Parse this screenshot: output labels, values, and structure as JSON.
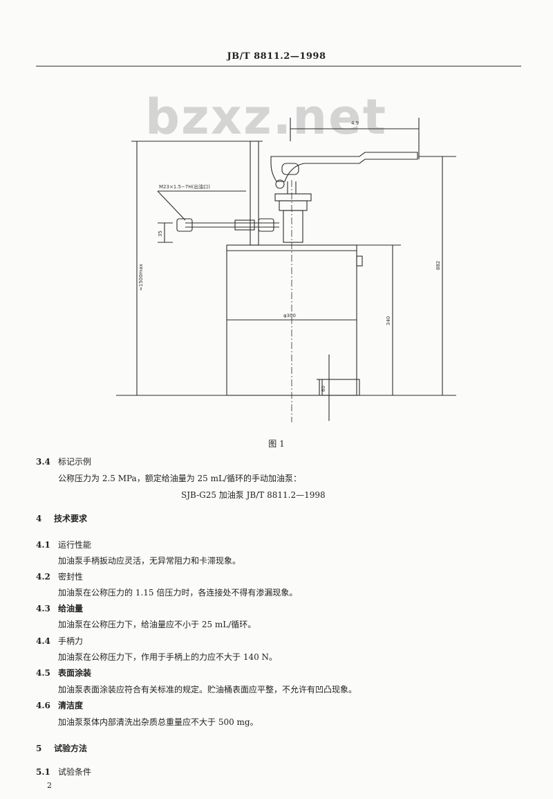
{
  "header": {
    "title": "JB/T 8811.2—1998"
  },
  "watermark": "bzxz.net",
  "figure": {
    "caption": "图 1",
    "labels": {
      "thread": "M23×1.5−7H(出油口)",
      "dim_top": "4.9",
      "dim_35": "35",
      "dim_left": "≈1500max",
      "dim_diam": "φ300",
      "dim_right": "882",
      "dim_340": "340",
      "dim_60": "60"
    }
  },
  "sections": [
    {
      "num": "3.4",
      "title": "标记示例",
      "bold": false,
      "lines": [
        "公称压力为 2.5 MPa，额定给油量为 25 mL/循环的手动加油泵："
      ],
      "example": "SJB-G25   加油泵   JB/T 8811.2—1998"
    },
    {
      "num": "4",
      "title": "技术要求",
      "bold": true,
      "lines": []
    },
    {
      "num": "4.1",
      "title": "运行性能",
      "bold": false,
      "lines": [
        "加油泵手柄扳动应灵活，无异常阻力和卡滞现象。"
      ]
    },
    {
      "num": "4.2",
      "title": "密封性",
      "bold": false,
      "lines": [
        "加油泵在公称压力的 1.15 倍压力时，各连接处不得有渗漏现象。"
      ]
    },
    {
      "num": "4.3",
      "title": "给油量",
      "bold": true,
      "lines": [
        "加油泵在公称压力下，给油量应不小于 25 mL/循环。"
      ]
    },
    {
      "num": "4.4",
      "title": "手柄力",
      "bold": false,
      "lines": [
        "加油泵在公称压力下，作用于手柄上的力应不大于 140 N。"
      ]
    },
    {
      "num": "4.5",
      "title": "表面涂装",
      "bold": true,
      "lines": [
        "加油泵表面涂装应符合有关标准的规定。贮油桶表面应平整，不允许有凹凸现象。"
      ]
    },
    {
      "num": "4.6",
      "title": "清洁度",
      "bold": true,
      "lines": [
        "加油泵泵体内部清洗出杂质总重量应不大于 500 mg。"
      ]
    },
    {
      "num": "5",
      "title": "试验方法",
      "bold": true,
      "lines": []
    },
    {
      "num": "5.1",
      "title": "试验条件",
      "bold": false,
      "lines": []
    }
  ],
  "page_number": "2"
}
